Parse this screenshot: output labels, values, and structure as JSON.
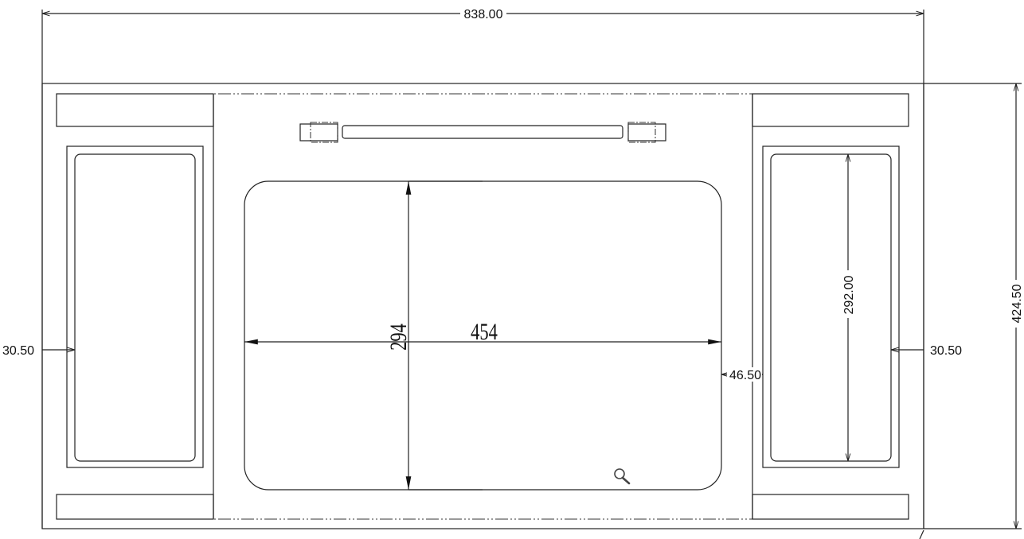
{
  "drawing": {
    "overall_width": "838.00",
    "overall_height": "424.50",
    "left_margin": "30.50",
    "right_margin": "30.50",
    "panel_height": "292.00",
    "center_gap": "46.50",
    "opening_width": "454",
    "opening_height": "294"
  },
  "icons": {
    "zoom": "magnifier-icon"
  },
  "colors": {
    "line": "#222222",
    "background": "#ffffff"
  }
}
